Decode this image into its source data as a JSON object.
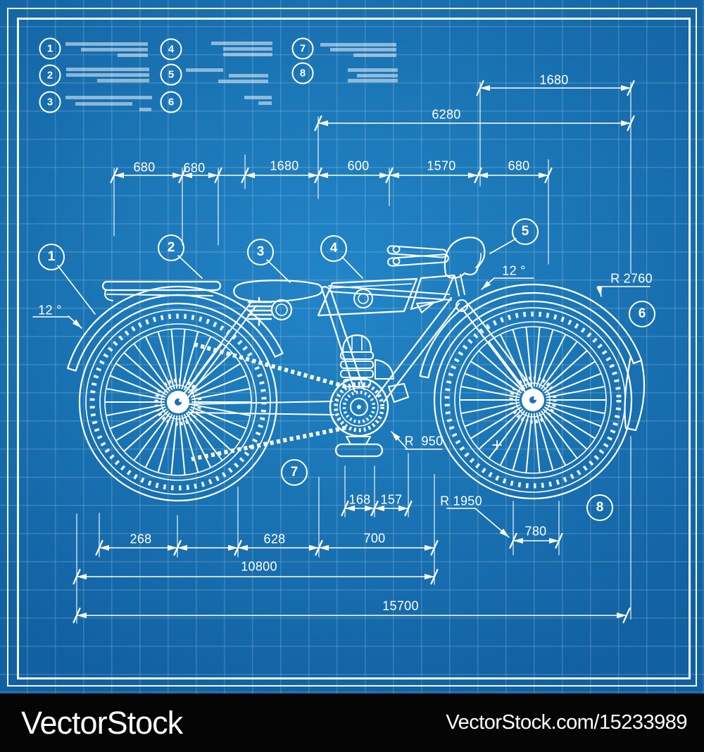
{
  "colors": {
    "blueprint_blue": "#1b76b6",
    "line_white": "#ffffff",
    "watermark_bar": "#050505"
  },
  "legend": {
    "items": [
      {
        "number": "1"
      },
      {
        "number": "2"
      },
      {
        "number": "3"
      },
      {
        "number": "4"
      },
      {
        "number": "5"
      },
      {
        "number": "6"
      },
      {
        "number": "7"
      },
      {
        "number": "8"
      }
    ]
  },
  "callouts": [
    {
      "number": "1"
    },
    {
      "number": "2"
    },
    {
      "number": "3"
    },
    {
      "number": "4"
    },
    {
      "number": "5"
    },
    {
      "number": "6"
    },
    {
      "number": "7"
    },
    {
      "number": "8"
    }
  ],
  "dims": {
    "t1680": "1680",
    "t6280": "6280",
    "r680a": "680",
    "r680b": "680",
    "r1680": "1680",
    "r600": "600",
    "r1570": "1570",
    "r680c": "680",
    "a12l": "12 °",
    "a12r": "12 °",
    "r2760": "R 2760",
    "r950": "R  950",
    "r1950": "R 1950",
    "d168": "168",
    "d157": "157",
    "d268": "268",
    "d628": "628",
    "d700": "700",
    "d780": "780",
    "d10800": "10800",
    "d15700": "15700"
  },
  "watermark": {
    "brand": "VectorStock",
    "url_label": "VectorStock.com/15233989"
  }
}
